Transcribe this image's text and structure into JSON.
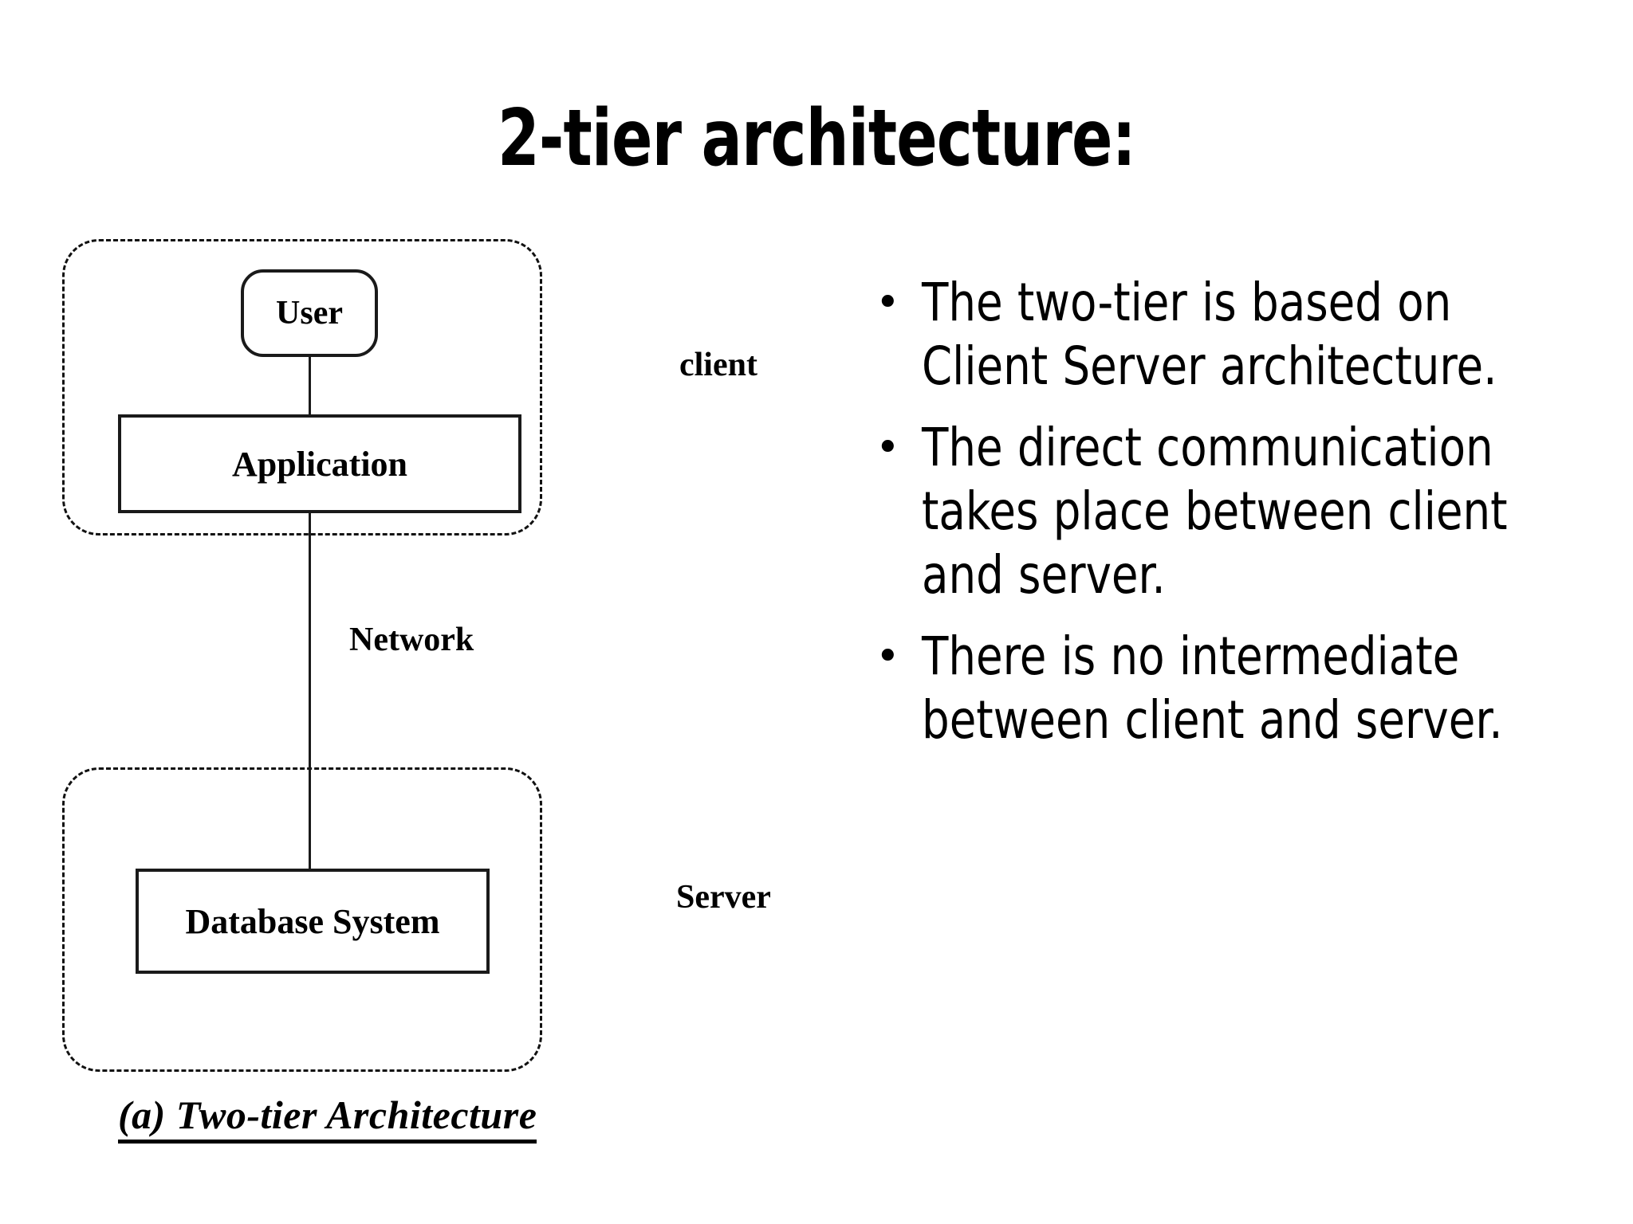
{
  "slide": {
    "title": "2-tier architecture:",
    "background_color": "#ffffff",
    "text_color": "#000000"
  },
  "diagram": {
    "caption": "(a) Two-tier Architecture",
    "zones": [
      {
        "id": "client-zone",
        "label": "client",
        "style": "dashed-rounded"
      },
      {
        "id": "server-zone",
        "label": "Server",
        "style": "dashed-rounded"
      }
    ],
    "nodes": [
      {
        "id": "user",
        "label": "User",
        "shape": "rounded-rectangle"
      },
      {
        "id": "application",
        "label": "Application",
        "shape": "rectangle"
      },
      {
        "id": "database",
        "label": "Database System",
        "shape": "rectangle"
      }
    ],
    "connectors": [
      {
        "id": "user-to-application",
        "from": "user",
        "to": "application",
        "label": ""
      },
      {
        "id": "application-to-database",
        "from": "application",
        "to": "database",
        "label": "Network"
      }
    ],
    "labels": {
      "client": "client",
      "network": "Network",
      "server": "Server"
    }
  },
  "bullets": {
    "marker": "•",
    "items": [
      {
        "text": "The two-tier is based on Client Server architecture."
      },
      {
        "text": " The direct communication takes place between client and server."
      },
      {
        "text": "There is no intermediate between client and server."
      }
    ]
  }
}
